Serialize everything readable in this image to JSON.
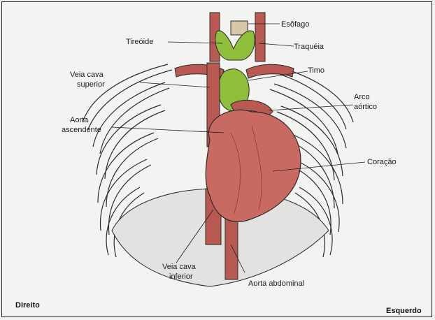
{
  "labels": {
    "esofago": "Esôfago",
    "tireoide": "Tireóide",
    "traqueia": "Traquéia",
    "veia_cava_superior_1": "Veia cava",
    "veia_cava_superior_2": "superior",
    "timo": "Timo",
    "arco_aortico_1": "Arco",
    "arco_aortico_2": "aórtico",
    "aorta_ascendente_1": "Aorta",
    "aorta_ascendente_2": "ascendente",
    "coracao": "Coração",
    "veia_cava_inferior_1": "Veia cava",
    "veia_cava_inferior_2": "inferior",
    "aorta_abdominal": "Aorta abdominal"
  },
  "orientation": {
    "right_side": "Direito",
    "left_side": "Esquerdo"
  },
  "colors": {
    "heart": "#c96a62",
    "vessels": "#b85a52",
    "thyroid": "#8fbf3a",
    "bone": "#ffffff",
    "outline": "#2a2a2a"
  }
}
